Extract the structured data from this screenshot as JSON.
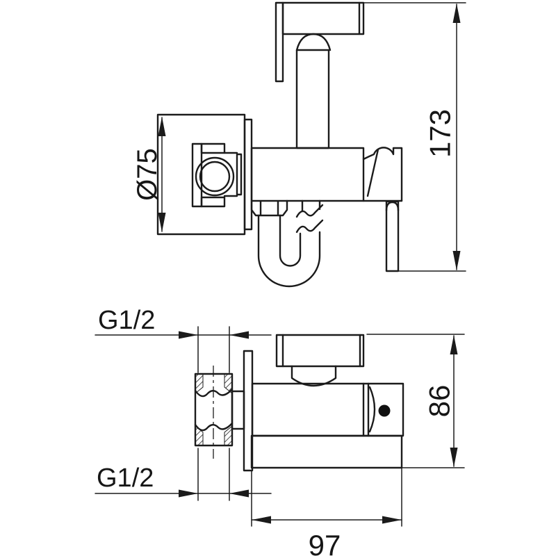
{
  "drawing": {
    "labels": {
      "plate_diameter": "Ø75",
      "total_height": "173",
      "holder_height": "86",
      "body_width": "97",
      "thread_size_top": "G1/2",
      "thread_size_bottom": "G1/2"
    },
    "colors": {
      "line": "#1b1b1b",
      "background": "#ffffff",
      "button_dot": "#111111"
    }
  }
}
